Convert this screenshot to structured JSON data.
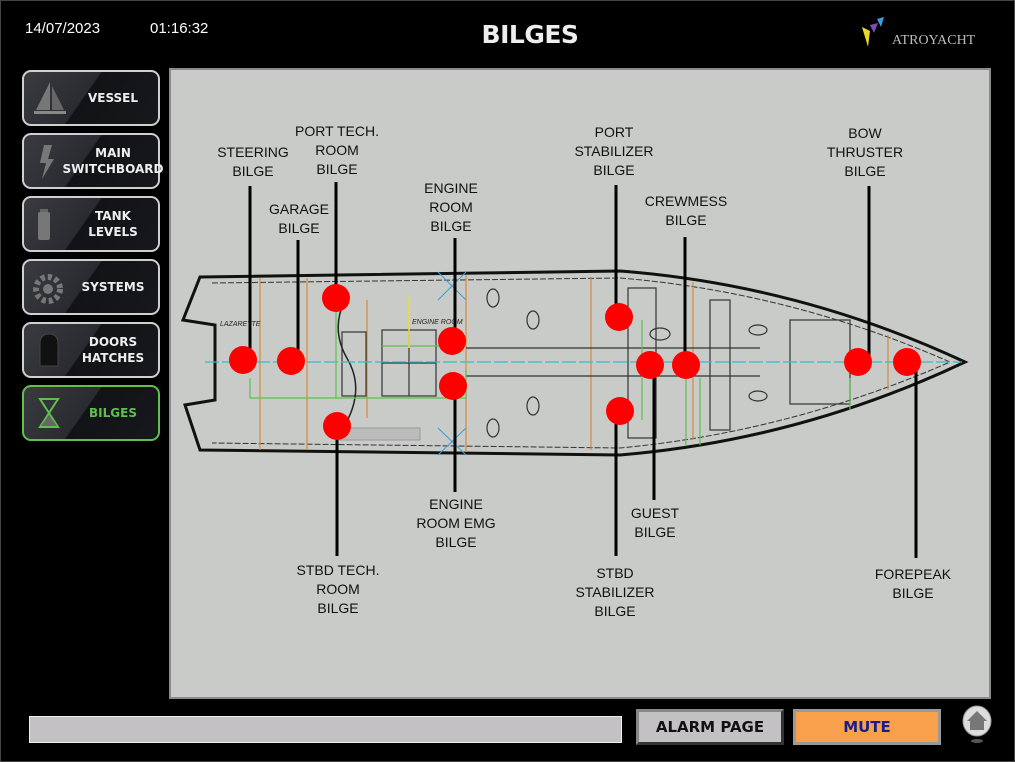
{
  "header": {
    "date": "14/07/2023",
    "time": "01:16:32",
    "title": "BILGES",
    "logo": "ATROYACHT"
  },
  "nav": [
    {
      "label": "VESSEL",
      "icon": "sailboat-icon"
    },
    {
      "label": "MAIN\nSWITCHBOARD",
      "icon": "lightning-icon"
    },
    {
      "label": "TANK\nLEVELS",
      "icon": "tank-icon"
    },
    {
      "label": "SYSTEMS",
      "icon": "gear-icon"
    },
    {
      "label": "DOORS\nHATCHES",
      "icon": "door-icon"
    },
    {
      "label": "BILGES",
      "icon": "hourglass-icon",
      "active": true
    }
  ],
  "diagram": {
    "zones": {
      "lazarette": "LAZARETTE",
      "engine_room": "ENGINE ROOM"
    },
    "bilges": [
      {
        "label": "STEERING\nBILGE",
        "status": "alarm"
      },
      {
        "label": "GARAGE\nBILGE",
        "status": "alarm"
      },
      {
        "label": "PORT TECH.\nROOM\nBILGE",
        "status": "alarm"
      },
      {
        "label": "ENGINE\nROOM\nBILGE",
        "status": "alarm"
      },
      {
        "label": "ENGINE\nROOM EMG\nBILGE",
        "status": "alarm"
      },
      {
        "label": "STBD TECH.\nROOM\nBILGE",
        "status": "alarm"
      },
      {
        "label": "PORT\nSTABILIZER\nBILGE",
        "status": "alarm"
      },
      {
        "label": "CREWMESS\nBILGE",
        "status": "alarm"
      },
      {
        "label": "GUEST\nBILGE",
        "status": "alarm"
      },
      {
        "label": "STBD\nSTABILIZER\nBILGE",
        "status": "alarm"
      },
      {
        "label": "BOW\nTHRUSTER\nBILGE",
        "status": "alarm"
      },
      {
        "label": "FOREPEAK\nBILGE",
        "status": "alarm"
      }
    ]
  },
  "footer": {
    "status_text": "",
    "alarm_page": "ALARM PAGE",
    "mute": "MUTE"
  },
  "colors": {
    "alarm": "#ff0000",
    "active_nav": "#5fbf4f",
    "mute_bg": "#f9a04b",
    "panel_bg": "#c8cbc8"
  }
}
